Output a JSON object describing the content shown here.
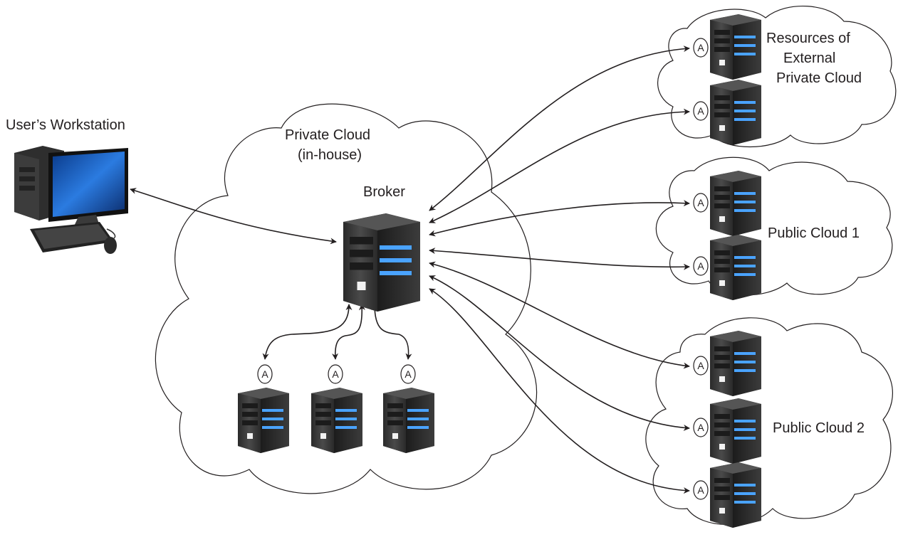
{
  "labels": {
    "workstation": "User’s Workstation",
    "private_cloud_line1": "Private Cloud",
    "private_cloud_line2": "(in-house)",
    "broker": "Broker",
    "external_line1": "Resources of",
    "external_line2": "External",
    "external_line3": "Private Cloud",
    "public1": "Public Cloud 1",
    "public2": "Public Cloud 2"
  },
  "agent_letter": "A",
  "colors": {
    "line": "#231f20",
    "server_body": "#3a3a3a",
    "server_led": "#4aa3ff",
    "background": "#ffffff"
  }
}
